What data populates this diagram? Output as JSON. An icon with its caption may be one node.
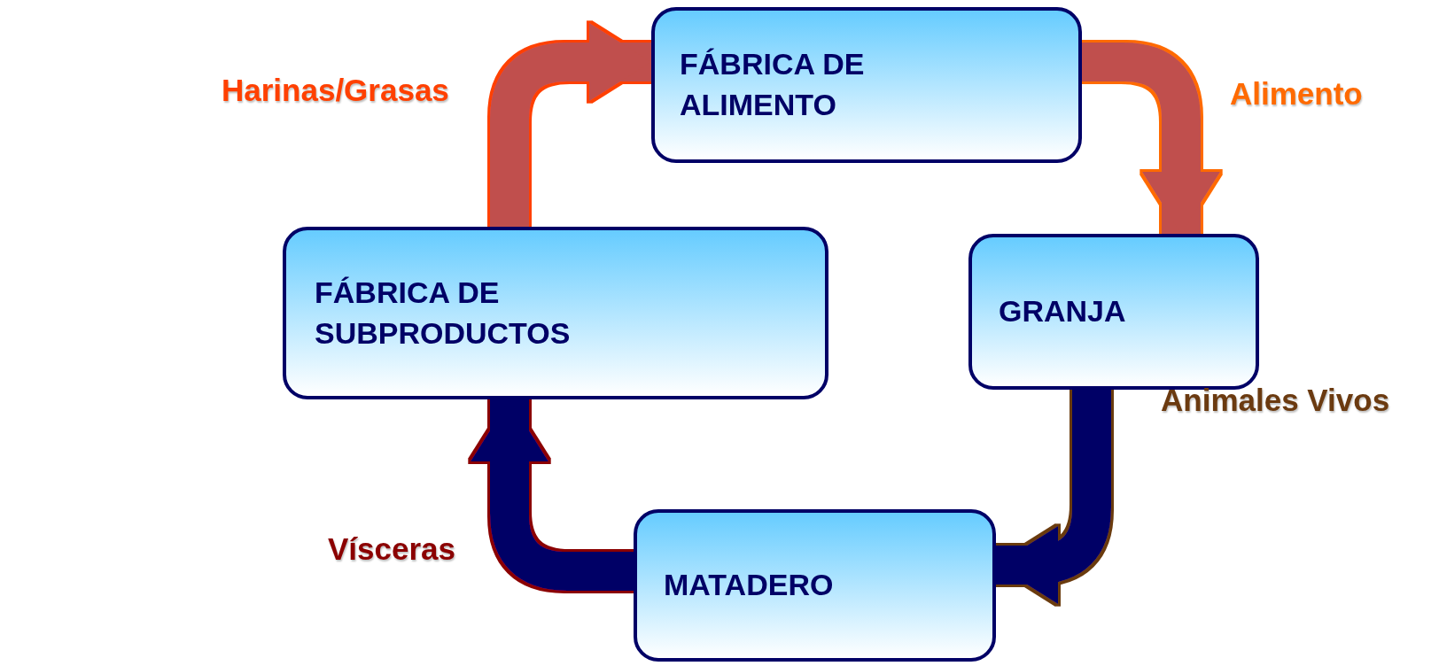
{
  "diagram": {
    "nodes": [
      {
        "text": [
          "FÁBRICA DE ALIMENTO"
        ]
      },
      {
        "text": [
          "GRANJA"
        ]
      },
      {
        "text": [
          "MATADERO"
        ]
      },
      {
        "text": [
          "FÁBRICA DE SUBPRODUCTOS"
        ]
      }
    ],
    "edges": [
      {
        "from": 0,
        "to": 1,
        "arrow": "to",
        "label": "Alimento",
        "color": "#c0504d"
      },
      {
        "from": 1,
        "to": 2,
        "arrow": "to",
        "label": "Animales Vivos",
        "color": "#000066"
      },
      {
        "from": 2,
        "to": 3,
        "arrow": "to",
        "label": "Vísceras",
        "color": "#000066"
      },
      {
        "from": 3,
        "to": 0,
        "arrow": "to",
        "label": "Harinas/Grasas",
        "color": "#c0504d"
      }
    ]
  }
}
